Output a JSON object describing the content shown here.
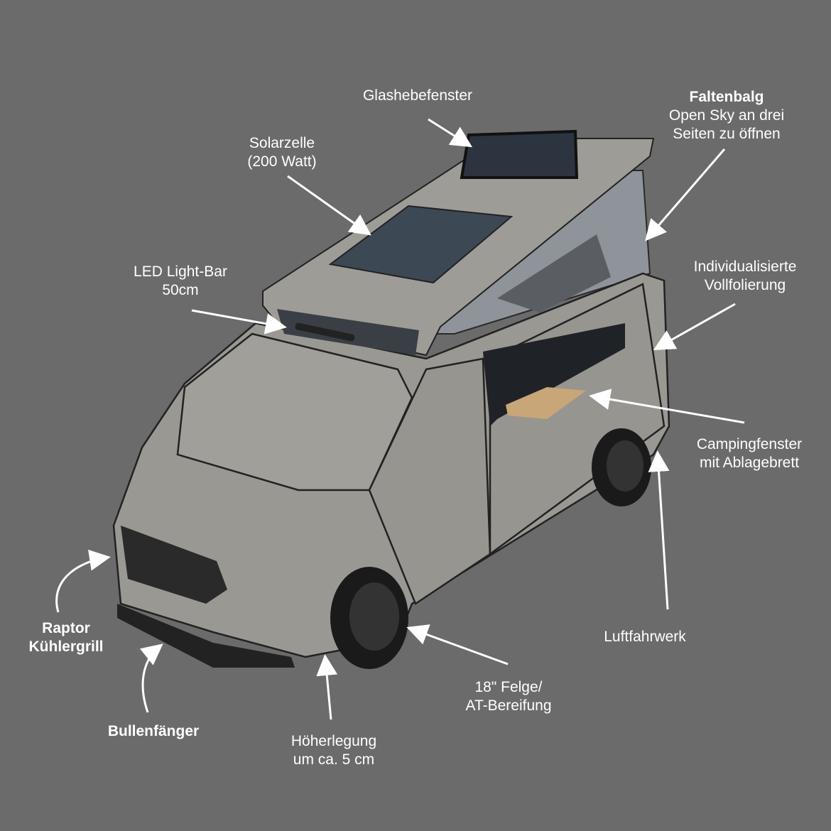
{
  "labels": {
    "glashebefenster": "Glashebefenster",
    "faltenbalg_title": "Faltenbalg",
    "faltenbalg_line1": "Open Sky an drei",
    "faltenbalg_line2": "Seiten zu öffnen",
    "solar_line1": "Solarzelle",
    "solar_line2": "(200 Watt)",
    "led_line1": "LED Light-Bar",
    "led_line2": "50cm",
    "folierung_line1": "Individualisierte",
    "folierung_line2": "Vollfolierung",
    "camping_line1": "Campingfenster",
    "camping_line2": "mit Ablagebrett",
    "raptor_line1": "Raptor",
    "raptor_line2": "Kühlergrill",
    "luftfahrwerk": "Luftfahrwerk",
    "felge_line1": "18\" Felge/",
    "felge_line2": "AT-Bereifung",
    "bullenfaenger": "Bullenfänger",
    "hoeher_line1": "Höherlegung",
    "hoeher_line2": "um ca. 5 cm"
  },
  "colors": {
    "background": "#6b6b6b",
    "van": "#9a9893",
    "text": "#ffffff"
  }
}
